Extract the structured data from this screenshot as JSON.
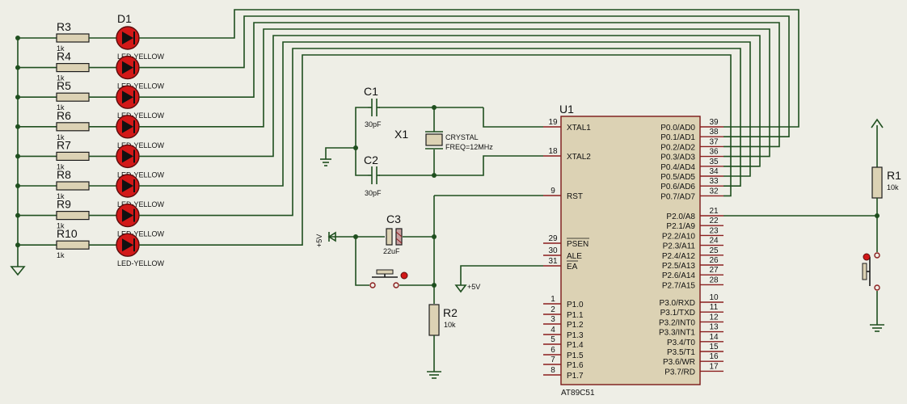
{
  "colors": {
    "background": "#eeeee6",
    "wire": "#1f4f1f",
    "pin": "#8a1d1d",
    "body_fill": "#dcd2b4",
    "led": "#d21818",
    "dot": "#1f4f1f"
  },
  "leds": [
    {
      "resistor": "R3",
      "resistor_value": "1k",
      "diode": "D1",
      "diode_value": "LED-YELLOW"
    },
    {
      "resistor": "R4",
      "resistor_value": "1k",
      "diode": "",
      "diode_value": "LED-YELLOW"
    },
    {
      "resistor": "R5",
      "resistor_value": "1k",
      "diode": "",
      "diode_value": "LED-YELLOW"
    },
    {
      "resistor": "R6",
      "resistor_value": "1k",
      "diode": "",
      "diode_value": "LED-YELLOW"
    },
    {
      "resistor": "R7",
      "resistor_value": "1k",
      "diode": "",
      "diode_value": "LED-YELLOW"
    },
    {
      "resistor": "R8",
      "resistor_value": "1k",
      "diode": "",
      "diode_value": "LED-YELLOW"
    },
    {
      "resistor": "R9",
      "resistor_value": "1k",
      "diode": "",
      "diode_value": "LED-YELLOW"
    },
    {
      "resistor": "R10",
      "resistor_value": "1k",
      "diode": "",
      "diode_value": "LED-YELLOW"
    }
  ],
  "mcu": {
    "ref": "U1",
    "part": "AT89C51",
    "left_pins": [
      {
        "num": "19",
        "name": "XTAL1"
      },
      {
        "num": "18",
        "name": "XTAL2"
      },
      {
        "num": "9",
        "name": "RST"
      },
      {
        "num": "29",
        "name": "PSEN"
      },
      {
        "num": "30",
        "name": "ALE"
      },
      {
        "num": "31",
        "name": "EA"
      },
      {
        "num": "1",
        "name": "P1.0"
      },
      {
        "num": "2",
        "name": "P1.1"
      },
      {
        "num": "3",
        "name": "P1.2"
      },
      {
        "num": "4",
        "name": "P1.3"
      },
      {
        "num": "5",
        "name": "P1.4"
      },
      {
        "num": "6",
        "name": "P1.5"
      },
      {
        "num": "7",
        "name": "P1.6"
      },
      {
        "num": "8",
        "name": "P1.7"
      }
    ],
    "right_pins": [
      {
        "num": "39",
        "name": "P0.0/AD0"
      },
      {
        "num": "38",
        "name": "P0.1/AD1"
      },
      {
        "num": "37",
        "name": "P0.2/AD2"
      },
      {
        "num": "36",
        "name": "P0.3/AD3"
      },
      {
        "num": "35",
        "name": "P0.4/AD4"
      },
      {
        "num": "34",
        "name": "P0.5/AD5"
      },
      {
        "num": "33",
        "name": "P0.6/AD6"
      },
      {
        "num": "32",
        "name": "P0.7/AD7"
      },
      {
        "num": "21",
        "name": "P2.0/A8"
      },
      {
        "num": "22",
        "name": "P2.1/A9"
      },
      {
        "num": "23",
        "name": "P2.2/A10"
      },
      {
        "num": "24",
        "name": "P2.3/A11"
      },
      {
        "num": "25",
        "name": "P2.4/A12"
      },
      {
        "num": "26",
        "name": "P2.5/A13"
      },
      {
        "num": "27",
        "name": "P2.6/A14"
      },
      {
        "num": "28",
        "name": "P2.7/A15"
      },
      {
        "num": "10",
        "name": "P3.0/RXD"
      },
      {
        "num": "11",
        "name": "P3.1/TXD"
      },
      {
        "num": "12",
        "name": "P3.2/INT0"
      },
      {
        "num": "13",
        "name": "P3.3/INT1"
      },
      {
        "num": "14",
        "name": "P3.4/T0"
      },
      {
        "num": "15",
        "name": "P3.5/T1"
      },
      {
        "num": "16",
        "name": "P3.6/WR"
      },
      {
        "num": "17",
        "name": "P3.7/RD"
      }
    ]
  },
  "c1": {
    "ref": "C1",
    "value": "30pF"
  },
  "c2": {
    "ref": "C2",
    "value": "30pF"
  },
  "c3": {
    "ref": "C3",
    "value": "22uF"
  },
  "x1": {
    "ref": "X1",
    "line1": "CRYSTAL",
    "line2": "FREQ=12MHz"
  },
  "r1": {
    "ref": "R1",
    "value": "10k"
  },
  "r2": {
    "ref": "R2",
    "value": "10k"
  },
  "power": {
    "vcc_left": "+5V",
    "vcc_ea": "+5V"
  }
}
